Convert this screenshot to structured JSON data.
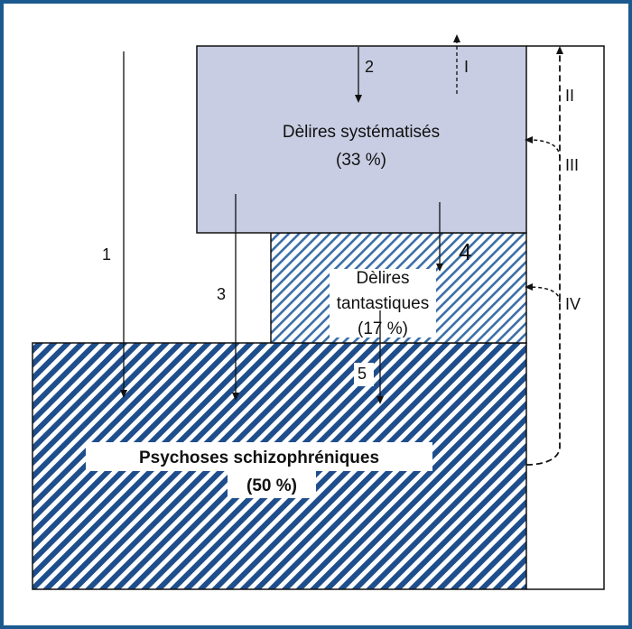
{
  "boxes": {
    "systematises": {
      "line1": "Dèlires systématisés",
      "line2": "(33 %)"
    },
    "fantastiques": {
      "line1": "Dèlires",
      "line2": "tantastiques",
      "line3": "(17 %)"
    },
    "schizo": {
      "line1": "Psychoses schizophréniques",
      "line2": "(50 %)"
    }
  },
  "arrows": {
    "a1": "1",
    "a2": "2",
    "a3": "3",
    "a4": "4",
    "a5": "5",
    "rI": "I",
    "rII": "II",
    "rIII": "III",
    "rIV": "IV"
  },
  "colors": {
    "frame": "#1a5a8e",
    "box_fill": "#c8cde3",
    "hatch_dark": "#1f4e8c",
    "hatch_light": "#3a6ea8"
  }
}
